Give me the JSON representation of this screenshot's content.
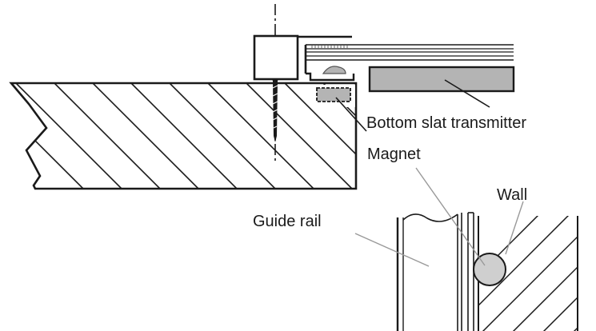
{
  "labels": {
    "transmitter": "Bottom slat transmitter",
    "magnet": "Magnet",
    "wall": "Wall",
    "guide_rail": "Guide rail"
  },
  "colors": {
    "line": "#1a1a1a",
    "grey_fill": "#b4b4b4",
    "magnet_fill": "#cfcfcf",
    "leader": "#999999"
  }
}
